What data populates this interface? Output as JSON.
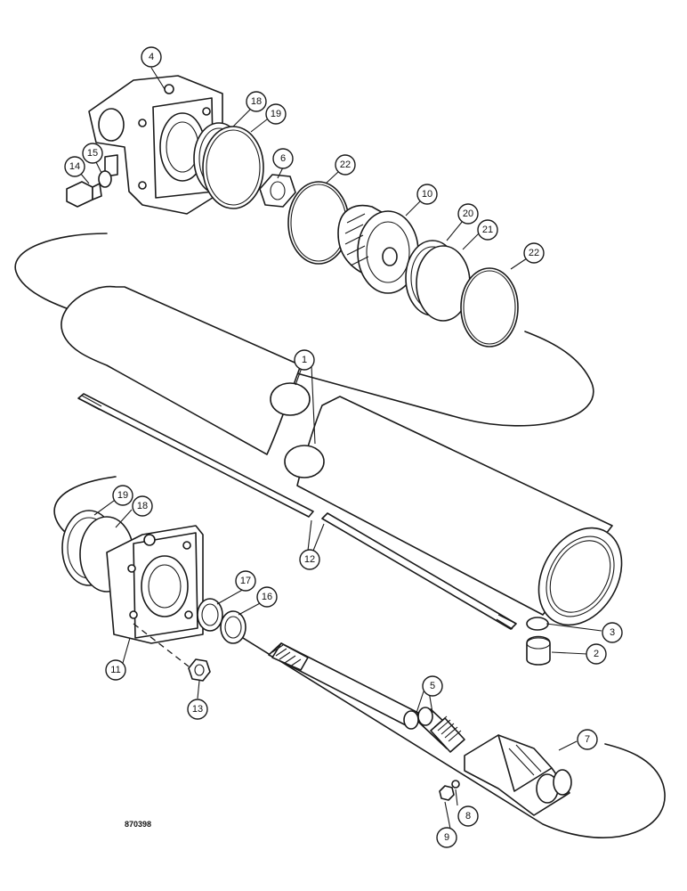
{
  "drawing_number": "870398",
  "callouts": {
    "c1": "1",
    "c2": "2",
    "c3": "3",
    "c4": "4",
    "c5": "5",
    "c6": "6",
    "c7": "7",
    "c8": "8",
    "c9": "9",
    "c10": "10",
    "c11": "11",
    "c12": "12",
    "c13": "13",
    "c14": "14",
    "c15": "15",
    "c16": "16",
    "c17": "17",
    "c18a": "18",
    "c18b": "18",
    "c19a": "19",
    "c19b": "19",
    "c20": "20",
    "c21": "21",
    "c22a": "22",
    "c22b": "22"
  }
}
